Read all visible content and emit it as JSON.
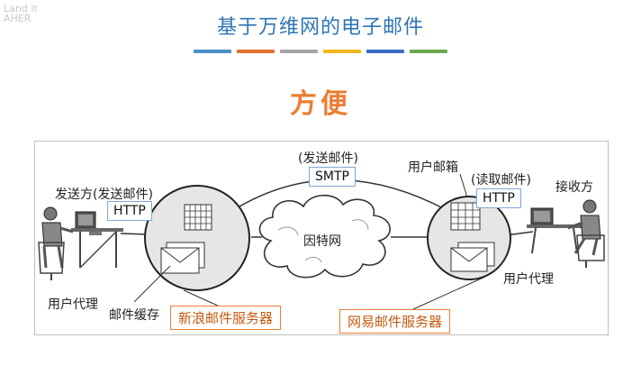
{
  "watermark": "Land it\nAHER",
  "title": "基于万维网的电子邮件",
  "title_bar_colors": [
    "#4a90c8",
    "#e0702a",
    "#a5a5a5",
    "#f2b81c",
    "#3d6cc4",
    "#6aa84f"
  ],
  "subtitle": "方便",
  "diagram": {
    "sender_label": "发送方(发送邮件)",
    "sender_protocol": "HTTP",
    "sender_agent": "用户代理",
    "mail_cache": "邮件缓存",
    "server_left": "新浪邮件服务器",
    "cloud_label": "因特网",
    "send_label": "(发送邮件)",
    "smtp_protocol": "SMTP",
    "mailbox_label": "用户邮箱",
    "read_label": "(读取邮件)",
    "receiver_protocol": "HTTP",
    "receiver_label": "接收方",
    "receiver_agent": "用户代理",
    "server_right": "网易邮件服务器"
  },
  "colors": {
    "title": "#2e75b6",
    "subtitle": "#ed7d31",
    "server_label": "#c55a11",
    "protocol_border": "#7fa7d9"
  }
}
